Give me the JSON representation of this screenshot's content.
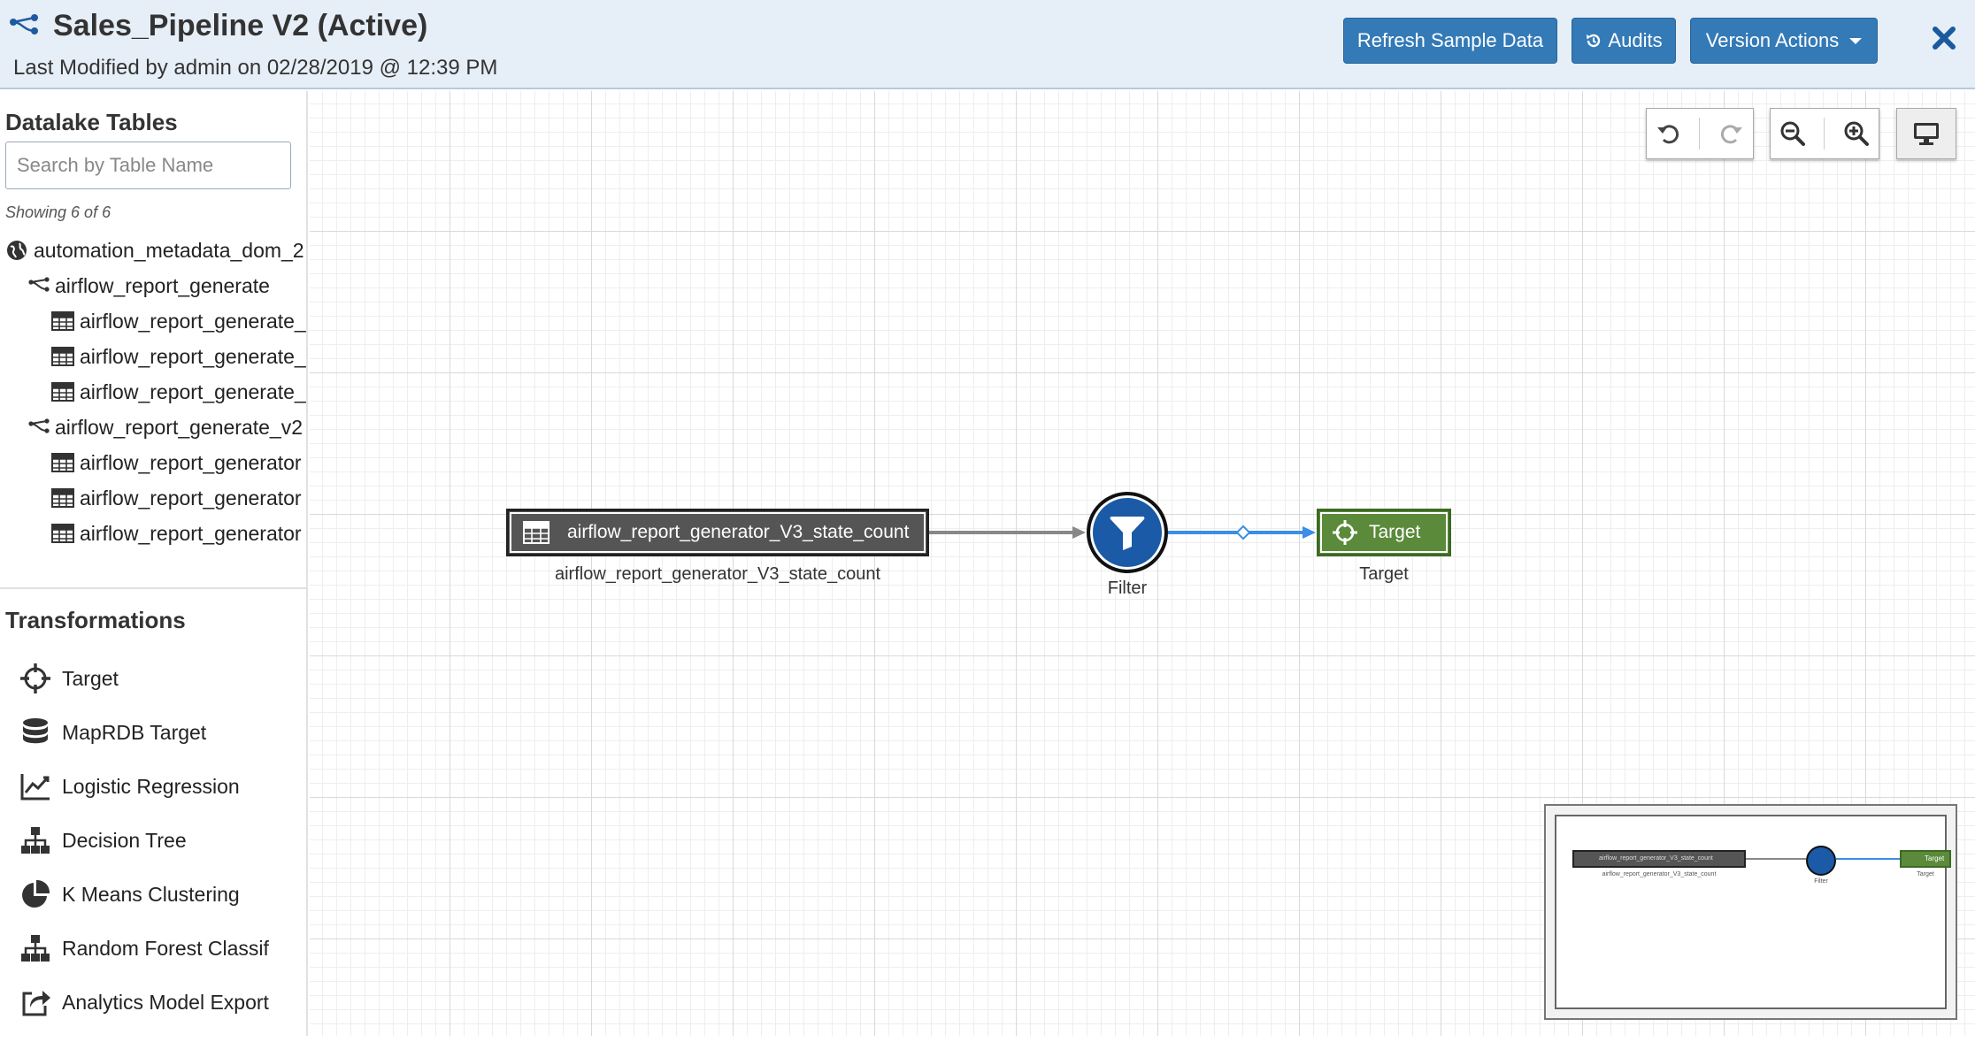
{
  "header": {
    "title": "Sales_Pipeline V2 (Active)",
    "subtitle": "Last Modified by admin on 02/28/2019 @ 12:39 PM",
    "refresh_label": "Refresh Sample Data",
    "audits_label": "Audits",
    "version_label": "Version Actions"
  },
  "sidebar": {
    "tables_title": "Datalake Tables",
    "search_placeholder": "Search by Table Name",
    "showing": "Showing 6 of 6",
    "tree": [
      {
        "label": "automation_metadata_dom_2",
        "icon": "globe-icon",
        "level": 0
      },
      {
        "label": "airflow_report_generate",
        "icon": "pipeline-icon",
        "level": 1
      },
      {
        "label": "airflow_report_generate_",
        "icon": "table-icon",
        "level": 2
      },
      {
        "label": "airflow_report_generate_",
        "icon": "table-icon",
        "level": 2
      },
      {
        "label": "airflow_report_generate_",
        "icon": "table-icon",
        "level": 2
      },
      {
        "label": "airflow_report_generate_v2",
        "icon": "pipeline-icon",
        "level": 1
      },
      {
        "label": "airflow_report_generator",
        "icon": "table-icon",
        "level": 2
      },
      {
        "label": "airflow_report_generator",
        "icon": "table-icon",
        "level": 2
      },
      {
        "label": "airflow_report_generator",
        "icon": "table-icon",
        "level": 2
      }
    ],
    "transformations_title": "Transformations",
    "transformations": [
      {
        "label": "Target",
        "icon": "crosshair-icon"
      },
      {
        "label": "MapRDB Target",
        "icon": "database-icon"
      },
      {
        "label": "Logistic Regression",
        "icon": "line-chart-icon"
      },
      {
        "label": "Decision Tree",
        "icon": "sitemap-icon"
      },
      {
        "label": "K Means Clustering",
        "icon": "pie-chart-icon"
      },
      {
        "label": "Random Forest Classif",
        "icon": "sitemap-icon"
      },
      {
        "label": "Analytics Model Export",
        "icon": "share-icon"
      }
    ]
  },
  "pipeline": {
    "source_node": "airflow_report_generator_V3_state_count",
    "source_caption": "airflow_report_generator_V3_state_count",
    "filter_caption": "Filter",
    "target_node": "Target",
    "target_caption": "Target"
  },
  "colors": {
    "accent": "#337ab7",
    "header_bg": "#e6eef7",
    "filter_node": "#1a5aa6",
    "target_node": "#5a8a3a",
    "source_node": "#555555",
    "edge_active": "#3a8ee6"
  }
}
